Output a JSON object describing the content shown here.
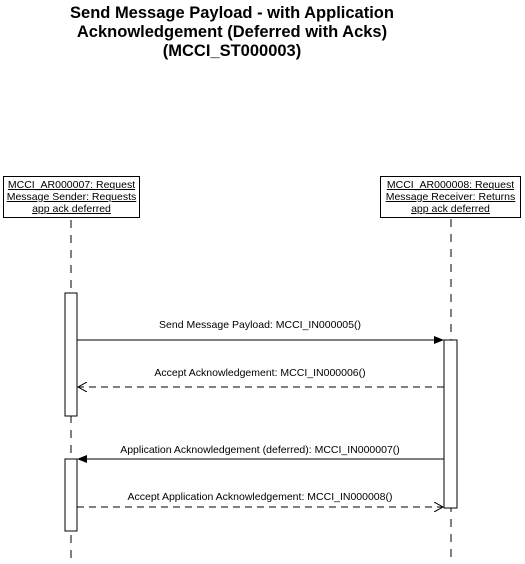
{
  "title": {
    "line1": "Send Message Payload - with Application",
    "line2": "Acknowledgement (Deferred with Acks)",
    "line3": "(MCCI_ST000003)"
  },
  "lifelines": {
    "sender": {
      "line1": "MCCI_AR000007: Request",
      "line2": "Message Sender: Requests",
      "line3": "app ack deferred"
    },
    "receiver": {
      "line1": "MCCI_AR000008: Request",
      "line2": "Message Receiver:  Returns",
      "line3": "app ack deferred"
    }
  },
  "messages": [
    {
      "label": "Send Message Payload: MCCI_IN000005()",
      "direction": "sender-to-receiver",
      "style": "solid"
    },
    {
      "label": "Accept Acknowledgement: MCCI_IN000006()",
      "direction": "receiver-to-sender",
      "style": "dashed"
    },
    {
      "label": "Application Acknowledgement (deferred): MCCI_IN000007()",
      "direction": "receiver-to-sender",
      "style": "solid"
    },
    {
      "label": "Accept Application Acknowledgement: MCCI_IN000008()",
      "direction": "sender-to-receiver",
      "style": "dashed"
    }
  ]
}
